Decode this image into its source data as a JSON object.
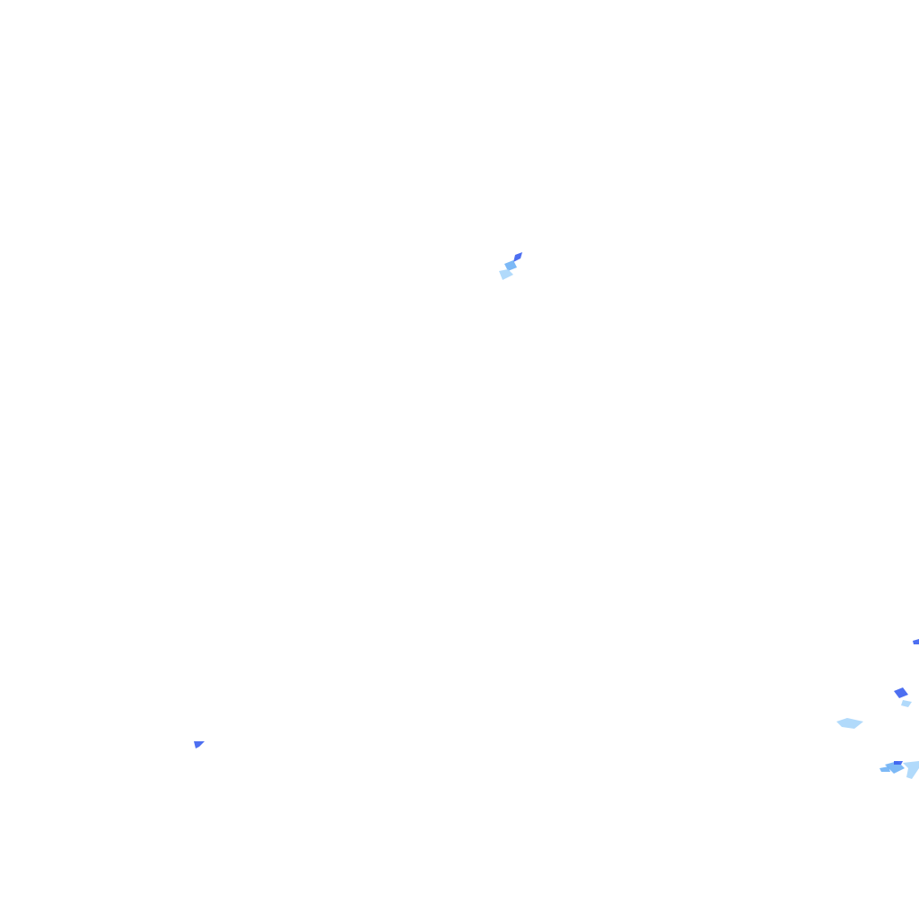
{
  "palette": {
    "background": "#ffffff",
    "light_rain": "#a9d6fb",
    "moderate_rain": "#6fb1f5",
    "heavy_rain": "#3a5ff0"
  },
  "echoes": [
    {
      "intensity": "heavy_rain"
    },
    {
      "intensity": "moderate_rain"
    },
    {
      "intensity": "light_rain"
    },
    {
      "intensity": "heavy_rain"
    },
    {
      "intensity": "heavy_rain"
    },
    {
      "intensity": "light_rain"
    },
    {
      "intensity": "light_rain"
    },
    {
      "intensity": "moderate_rain"
    },
    {
      "intensity": "heavy_rain"
    },
    {
      "intensity": "light_rain"
    },
    {
      "intensity": "moderate_rain"
    }
  ]
}
